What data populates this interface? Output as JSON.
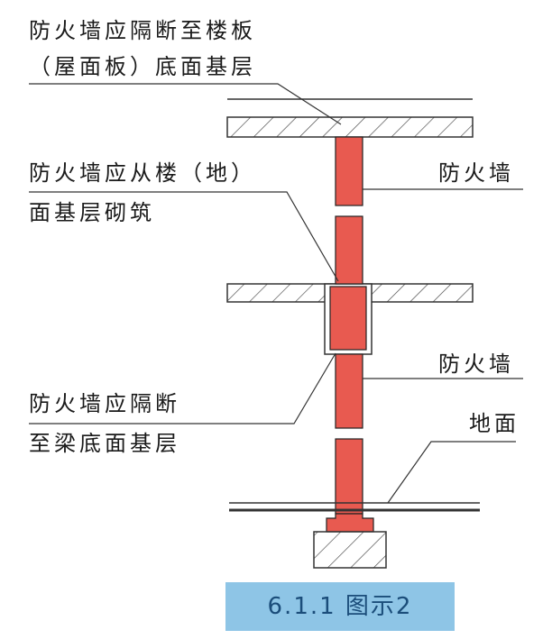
{
  "labels": {
    "top_note_line1": "防火墙应隔断至楼板",
    "top_note_line2": "（屋面板）底面基层",
    "mid_note_line1": "防火墙应从楼（地）",
    "mid_note_line2": "面基层砌筑",
    "wall_label_upper": "防火墙",
    "wall_label_lower": "防火墙",
    "beam_note_line1": "防火墙应隔断",
    "beam_note_line2": "至梁底面基层",
    "ground_label": "地面"
  },
  "caption": "6.1.1 图示2",
  "colors": {
    "wall_fill": "#e85a50",
    "wall_stroke": "#222222",
    "slab_hatch": "#333333",
    "caption_bg": "#8ec5e6",
    "caption_text": "#1b4d7a"
  }
}
